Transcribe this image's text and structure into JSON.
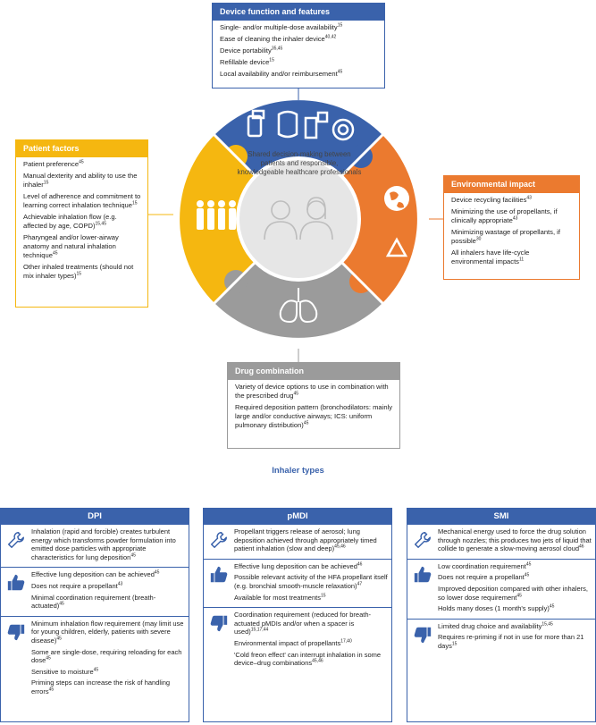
{
  "colors": {
    "blue": "#3a62ab",
    "yellow": "#f5b710",
    "orange": "#eb7a2f",
    "gray": "#9b9b9b"
  },
  "device": {
    "title": "Device function and features",
    "items": [
      {
        "text": "Single- and/or multiple-dose availability",
        "ref": "15"
      },
      {
        "text": "Ease of cleaning the inhaler device",
        "ref": "40,42"
      },
      {
        "text": "Device portability",
        "ref": "35,45"
      },
      {
        "text": "Refillable device",
        "ref": "15"
      },
      {
        "text": "Local availability and/or reimbursement",
        "ref": "45"
      }
    ]
  },
  "patient": {
    "title": "Patient factors",
    "items": [
      {
        "text": "Patient preference",
        "ref": "45"
      },
      {
        "text": "Manual dexterity and ability to use the inhaler",
        "ref": "15"
      },
      {
        "text": "Level of adherence and commitment to learning correct inhalation technique",
        "ref": "15"
      },
      {
        "text": "Achievable inhalation flow (e.g. affected by age, COPD)",
        "ref": "15,45"
      },
      {
        "text": "Pharyngeal and/or lower-airway anatomy and natural inhalation technique",
        "ref": "45"
      },
      {
        "text": "Other inhaled treatments (should not mix inhaler types)",
        "ref": "15"
      }
    ]
  },
  "environment": {
    "title": "Environmental impact",
    "items": [
      {
        "text": "Device recycling facilities",
        "ref": "43"
      },
      {
        "text": "Minimizing the use of propellants, if clinically appropriate",
        "ref": "43"
      },
      {
        "text": "Minimizing wastage of propellants, if possible",
        "ref": "30"
      },
      {
        "text": "All inhalers have life-cycle environmental impacts",
        "ref": "11"
      }
    ]
  },
  "drug": {
    "title": "Drug combination",
    "items": [
      {
        "text": "Variety of device options to use in combination with the prescribed drug",
        "ref": "45"
      },
      {
        "text": "Required deposition pattern (bronchodilators: mainly large and/or conductive airways; ICS: uniform pulmonary distribution)",
        "ref": "45"
      }
    ]
  },
  "center": {
    "text": "Shared decision-making between patients and responsible, knowledgeable healthcare professionals"
  },
  "inhaler_types_title": "Inhaler types",
  "columns": [
    {
      "title": "DPI",
      "mechanism": [
        {
          "text": "Inhalation (rapid and forcible) creates turbulent energy which transforms powder formulation into emitted dose particles with appropriate characteristics for lung deposition",
          "ref": "45"
        }
      ],
      "pros": [
        {
          "text": "Effective lung deposition can be achieved",
          "ref": "45"
        },
        {
          "text": "Does not require a propellant",
          "ref": "43"
        },
        {
          "text": "Minimal coordination requirement (breath-actuated)",
          "ref": "45"
        }
      ],
      "cons": [
        {
          "text": "Minimum inhalation flow requirement (may limit use for young children, elderly, patients with severe disease)",
          "ref": "45"
        },
        {
          "text": "Some are single-dose, requiring reloading for each dose",
          "ref": "45"
        },
        {
          "text": "Sensitive to moisture",
          "ref": "45"
        },
        {
          "text": "Priming steps can increase the risk of handling errors",
          "ref": "45"
        }
      ]
    },
    {
      "title": "pMDI",
      "mechanism": [
        {
          "text": "Propellant triggers release of aerosol; lung deposition achieved through appropriately timed patient inhalation (slow and deep)",
          "ref": "45,46"
        }
      ],
      "pros": [
        {
          "text": "Effective lung deposition can be achieved",
          "ref": "46"
        },
        {
          "text": "Possible relevant activity of the HFA propellant itself (e.g. bronchial smooth-muscle relaxation)",
          "ref": "47"
        },
        {
          "text": "Available for most treatments",
          "ref": "15"
        }
      ],
      "cons": [
        {
          "text": "Coordination requirement (reduced for breath-actuated pMDIs and/or when a spacer is used)",
          "ref": "15,17,44"
        },
        {
          "text": "Environmental impact of propellants",
          "ref": "17,40"
        },
        {
          "text": "'Cold freon effect' can interrupt inhalation in some device–drug combinations",
          "ref": "45,46"
        }
      ]
    },
    {
      "title": "SMI",
      "mechanism": [
        {
          "text": "Mechanical energy used to force the drug solution through nozzles; this produces two jets of liquid that collide to generate a slow-moving aerosol cloud",
          "ref": "46"
        }
      ],
      "pros": [
        {
          "text": "Low coordination requirement",
          "ref": "45"
        },
        {
          "text": "Does not require a propellant",
          "ref": "45"
        },
        {
          "text": "Improved deposition compared with other inhalers, so lower dose requirement",
          "ref": "45"
        },
        {
          "text": "Holds many doses (1 month's supply)",
          "ref": "45"
        }
      ],
      "cons": [
        {
          "text": "Limited drug choice and availability",
          "ref": "15,45"
        },
        {
          "text": "Requires re-priming if not in use for more than 21 days",
          "ref": "15"
        }
      ]
    }
  ]
}
